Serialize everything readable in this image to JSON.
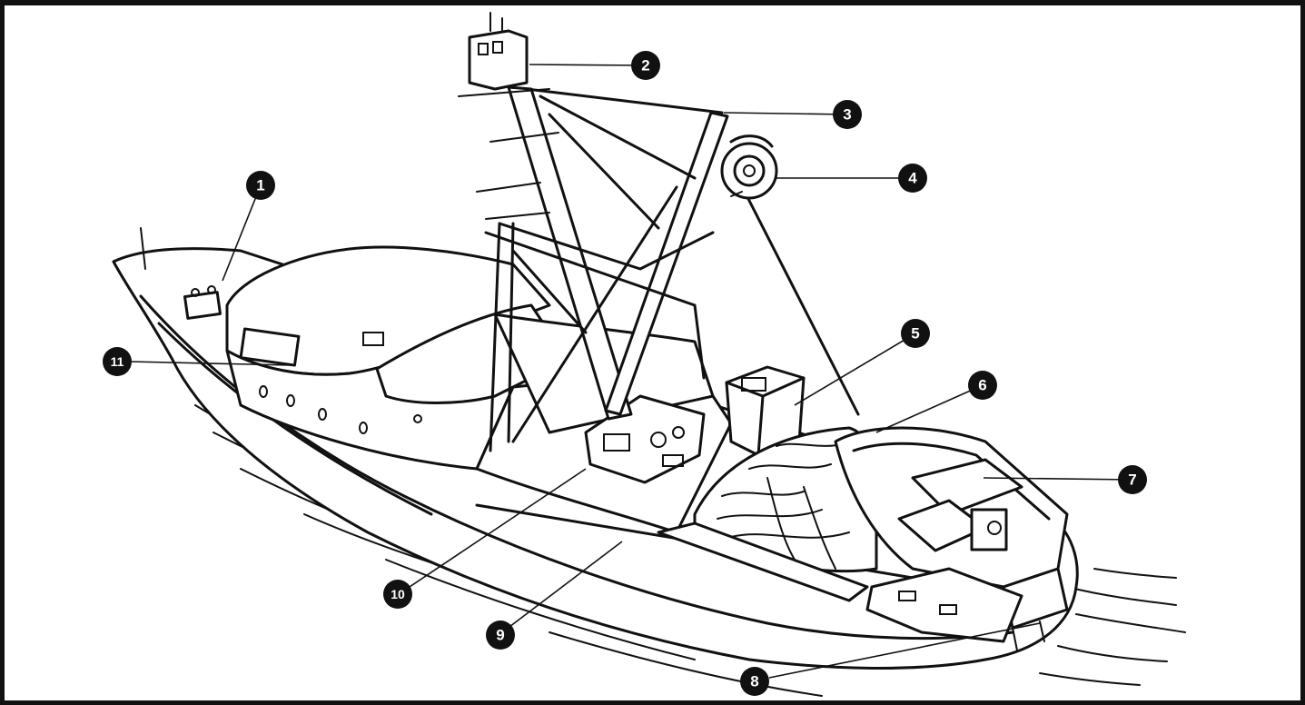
{
  "callouts": [
    {
      "label": "1"
    },
    {
      "label": "2"
    },
    {
      "label": "3"
    },
    {
      "label": "4"
    },
    {
      "label": "5"
    },
    {
      "label": "6"
    },
    {
      "label": "7"
    },
    {
      "label": "8"
    },
    {
      "label": "9"
    },
    {
      "label": "10"
    },
    {
      "label": "11"
    }
  ],
  "colors": {
    "ink": "#111111",
    "background": "#ffffff"
  }
}
